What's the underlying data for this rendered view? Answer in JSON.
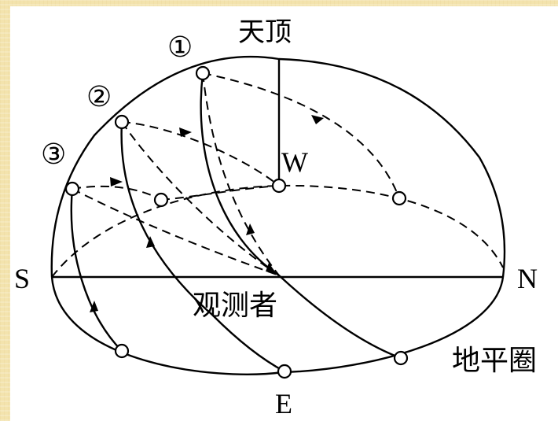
{
  "diagram": {
    "labels": {
      "zenith": "天顶",
      "west": "W",
      "south": "S",
      "north": "N",
      "east": "E",
      "observer": "观测者",
      "horizon": "地平圈"
    },
    "path_markers": [
      "①",
      "②",
      "③"
    ]
  }
}
